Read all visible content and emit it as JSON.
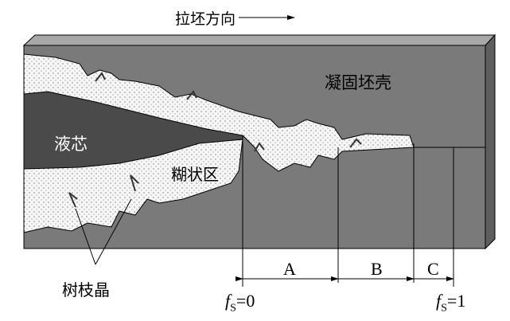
{
  "title": "拉坯方向",
  "labels": {
    "shell": "凝固坯壳",
    "liquid_core": "液芯",
    "mushy_zone": "糊状区",
    "dendrites": "树枝晶"
  },
  "zones": [
    "A",
    "B",
    "C"
  ],
  "fractions": {
    "start": {
      "symbol": "f",
      "sub": "S",
      "value": "=0"
    },
    "end": {
      "symbol": "f",
      "sub": "S",
      "value": "=1"
    }
  },
  "colors": {
    "shell": "#7a7a7a",
    "core": "#4a4a4a",
    "mushy": "#f4f4f4",
    "top": "#a8a8a8"
  }
}
